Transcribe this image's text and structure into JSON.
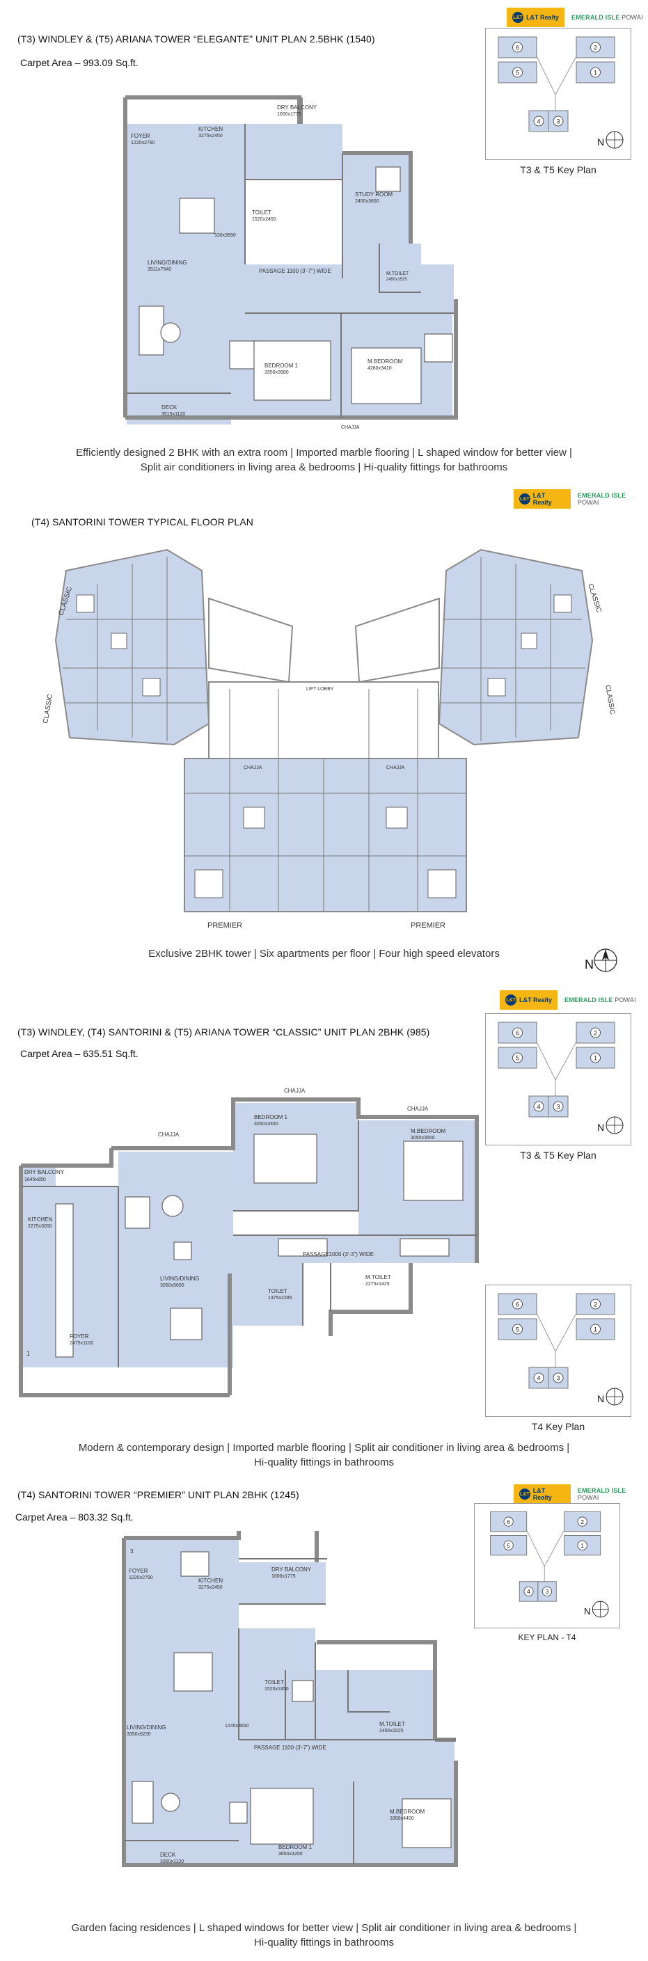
{
  "brand": {
    "logo": "L&T Realty",
    "project": "EMERALD ISLE",
    "locality": "POWAI"
  },
  "colors": {
    "room_fill": "#c9d5ea",
    "wall": "#8a8a8a",
    "brand_yellow": "#f5b614",
    "brand_green": "#2a9d5c"
  },
  "sections": [
    {
      "title": "(T3) WINDLEY & (T5) ARIANA TOWER “ELEGANTE” UNIT PLAN 2.5BHK (1540)",
      "area": "Carpet Area – 993.09 Sq.ft.",
      "key_label": "T3 & T5 Key Plan",
      "rooms": {
        "dry_balcony": "DRY BALCONY",
        "dry_balcony_dim": "1000x1775",
        "kitchen": "KITCHEN",
        "kitchen_dim": "3275x2450",
        "foyer": "FOYER",
        "foyer_dim": "1220x2780",
        "study": "STUDY ROOM",
        "study_dim": "2450x3650",
        "toilet": "TOILET",
        "toilet_dim": "1520x2450",
        "mid_dim": "530x3650",
        "living": "LIVING/DINING",
        "living_dim": "3511x7540",
        "passage": "PASSAGE 1100 (3'-7\") WIDE",
        "mtoilet": "M.TOILET",
        "mtoilet_dim": "2450x1525",
        "bedroom": "BEDROOM 1",
        "bedroom_dim": "3350x3980",
        "mbedroom": "M.BEDROOM",
        "mbedroom_dim": "4280x3410",
        "deck": "DECK",
        "deck_dim": "3515x1120",
        "chajja": "CHAJJA"
      },
      "caption_lines": [
        "Efficiently designed 2 BHK with an extra room | Imported marble flooring | L shaped window for better view |",
        "Split air conditioners in living area & bedrooms | Hi-quality fittings for bathrooms"
      ]
    },
    {
      "title": "(T4) SANTORINI TOWER TYPICAL FLOOR PLAN",
      "labels": {
        "classic": "CLASSIC",
        "premier": "PREMIER",
        "lift_lobby": "LIFT LOBBY",
        "chajja": "CHAJJA",
        "north": "N"
      },
      "caption_lines": [
        "Exclusive 2BHK tower | Six apartments per floor | Four high speed elevators"
      ]
    },
    {
      "title": "(T3) WINDLEY, (T4) SANTORINI & (T5) ARIANA TOWER “CLASSIC” UNIT PLAN 2BHK (985)",
      "area": "Carpet Area – 635.51 Sq.ft.",
      "key_label_1": "T3 & T5 Key Plan",
      "key_label_2": "T4 Key Plan",
      "rooms": {
        "chajja": "CHAJJA",
        "dry_balcony": "DRY BALCONY",
        "dry_balcony_dim": "1645x850",
        "kitchen": "KITCHEN",
        "kitchen_dim": "2275x3050",
        "bedroom": "BEDROOM 1",
        "bedroom_dim": "3050x3350",
        "mbedroom": "M.BEDROOM",
        "mbedroom_dim": "3050x3650",
        "living": "LIVING/DINING",
        "living_dim": "3050x5655",
        "passage": "PASSAGE1000 (3'-3\") WIDE",
        "toilet": "TOILET",
        "toilet_dim": "1375x2285",
        "mtoilet": "M.TOILET",
        "mtoilet_dim": "2275x1425",
        "foyer": "FOYER",
        "foyer_dim": "2475x1100",
        "unit_no": "1"
      },
      "caption_lines": [
        "Modern & contemporary design | Imported marble flooring | Split air conditioner in living area & bedrooms |",
        "Hi-quality fittings in bathrooms"
      ]
    },
    {
      "title": "(T4) SANTORINI TOWER “PREMIER” UNIT PLAN 2BHK (1245)",
      "area": "Carpet Area – 803.32 Sq.ft.",
      "key_label": "KEY PLAN - T4",
      "rooms": {
        "unit_no": "3",
        "foyer": "FOYER",
        "foyer_dim": "1220x2780",
        "kitchen": "KITCHEN",
        "kitchen_dim": "3275x2450",
        "dry_balcony": "DRY BALCONY",
        "dry_balcony_dim": "1000x1775",
        "toilet": "TOILET",
        "toilet_dim": "1520x2450",
        "mid_dim": "1245x3650",
        "mtoilet": "M.TOILET",
        "mtoilet_dim": "2450x1525",
        "living": "LIVING/DINING",
        "living_dim": "3350x6230",
        "passage": "PASSAGE 1100 (3'-7\") WIDE",
        "bedroom": "BEDROOM 1",
        "bedroom_dim": "3650x3200",
        "mbedroom": "M.BEDROOM",
        "mbedroom_dim": "3350x4400",
        "deck": "DECK",
        "deck_dim": "3350x1120"
      },
      "caption_lines": [
        "Garden facing residences | L shaped windows for better view | Split air conditioner in living area & bedrooms |",
        "Hi-quality fittings in bathrooms"
      ]
    }
  ],
  "key_plan": {
    "units": [
      "1",
      "2",
      "3",
      "4",
      "5",
      "6"
    ],
    "north": "N"
  }
}
